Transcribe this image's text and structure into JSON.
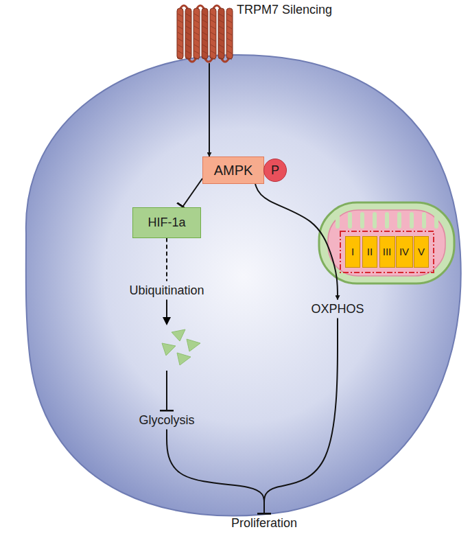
{
  "diagram": {
    "nodes": [
      {
        "text": [
          "TRPM7 Silencing"
        ]
      },
      {
        "text": [
          "AMPK"
        ]
      },
      {
        "text": [
          "P"
        ]
      },
      {
        "text": [
          "HIF-1a"
        ]
      },
      {
        "text": [
          "Ubiquitination"
        ]
      },
      {
        "text": [
          "Glycolysis"
        ]
      },
      {
        "text": [
          "I"
        ]
      },
      {
        "text": [
          "II"
        ]
      },
      {
        "text": [
          "III"
        ]
      },
      {
        "text": [
          "IV"
        ]
      },
      {
        "text": [
          "V"
        ]
      },
      {
        "text": [
          "OXPHOS"
        ]
      },
      {
        "text": [
          "Proliferation"
        ]
      }
    ],
    "edges": [
      {
        "from": 0,
        "to": 1,
        "arrow": "to"
      },
      {
        "from": 1,
        "to": 3,
        "arrow": "to"
      },
      {
        "from": 3,
        "to": 4,
        "arrow": "none"
      },
      {
        "from": 4,
        "to": 5,
        "arrow": "to"
      },
      {
        "from": 1,
        "to": 11,
        "arrow": "to"
      },
      {
        "from": 5,
        "to": 12,
        "arrow": "to"
      },
      {
        "from": 11,
        "to": 12,
        "arrow": "to"
      }
    ]
  }
}
